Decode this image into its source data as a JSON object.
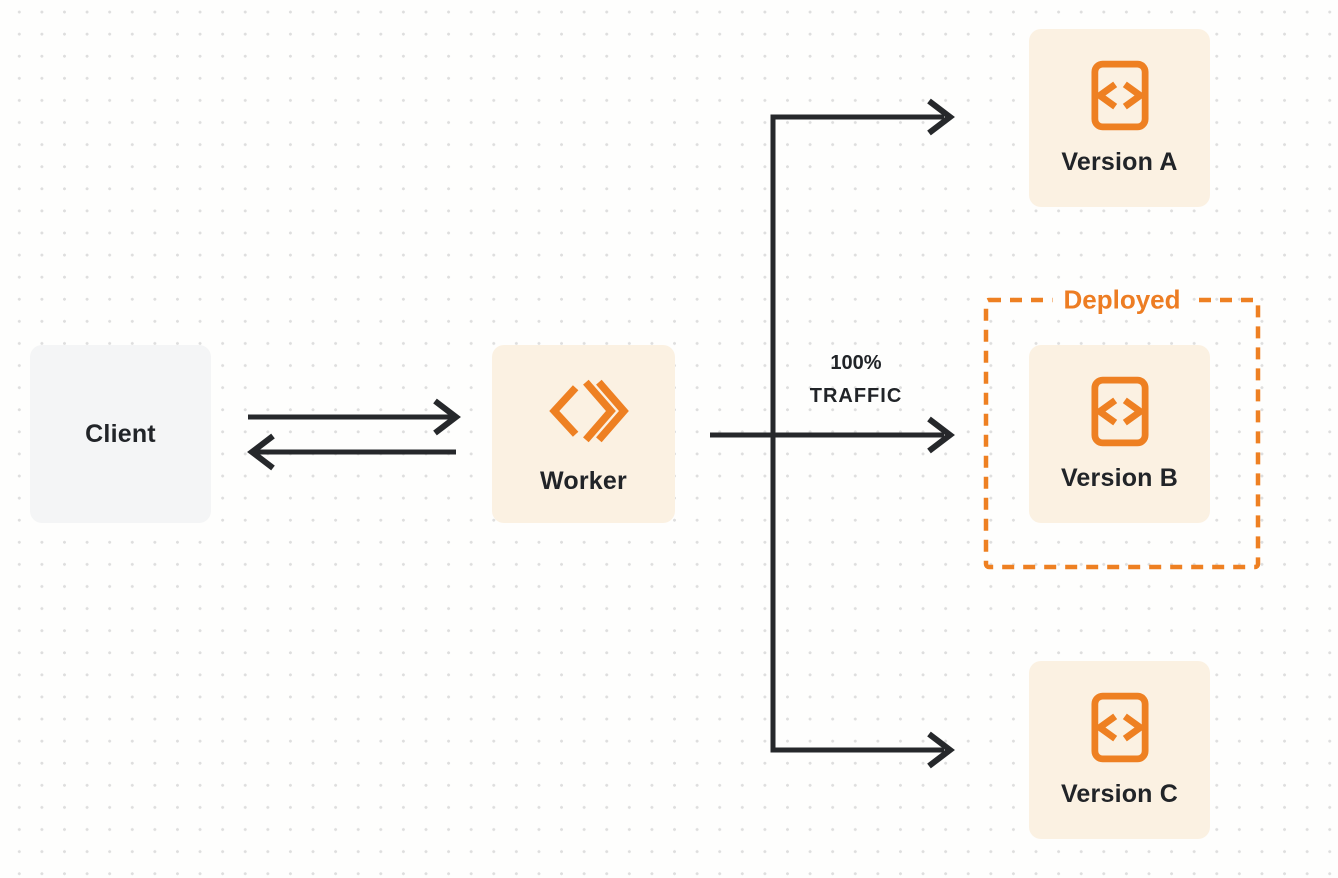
{
  "diagram": {
    "nodes": {
      "client": {
        "label": "Client"
      },
      "worker": {
        "label": "Worker"
      },
      "version_a": {
        "label": "Version A"
      },
      "version_b": {
        "label": "Version B"
      },
      "version_c": {
        "label": "Version C"
      }
    },
    "annotations": {
      "deployed_group": {
        "label": "Deployed"
      },
      "traffic": {
        "percent": "100%",
        "word": "TRAFFIC"
      }
    },
    "icons": {
      "worker_node": "workers-logo-icon",
      "version_nodes": "code-file-icon"
    },
    "colors": {
      "accent_orange": "#EE8022",
      "deployed_text_orange": "#ED7D23",
      "node_cream_bg": "#FBF1E2",
      "node_gray_bg": "#F4F5F6",
      "connector_dark": "#26282B",
      "text_dark": "#212428",
      "dot_grid": "#DEDEDE",
      "page_bg": "#FEFEFD"
    }
  }
}
